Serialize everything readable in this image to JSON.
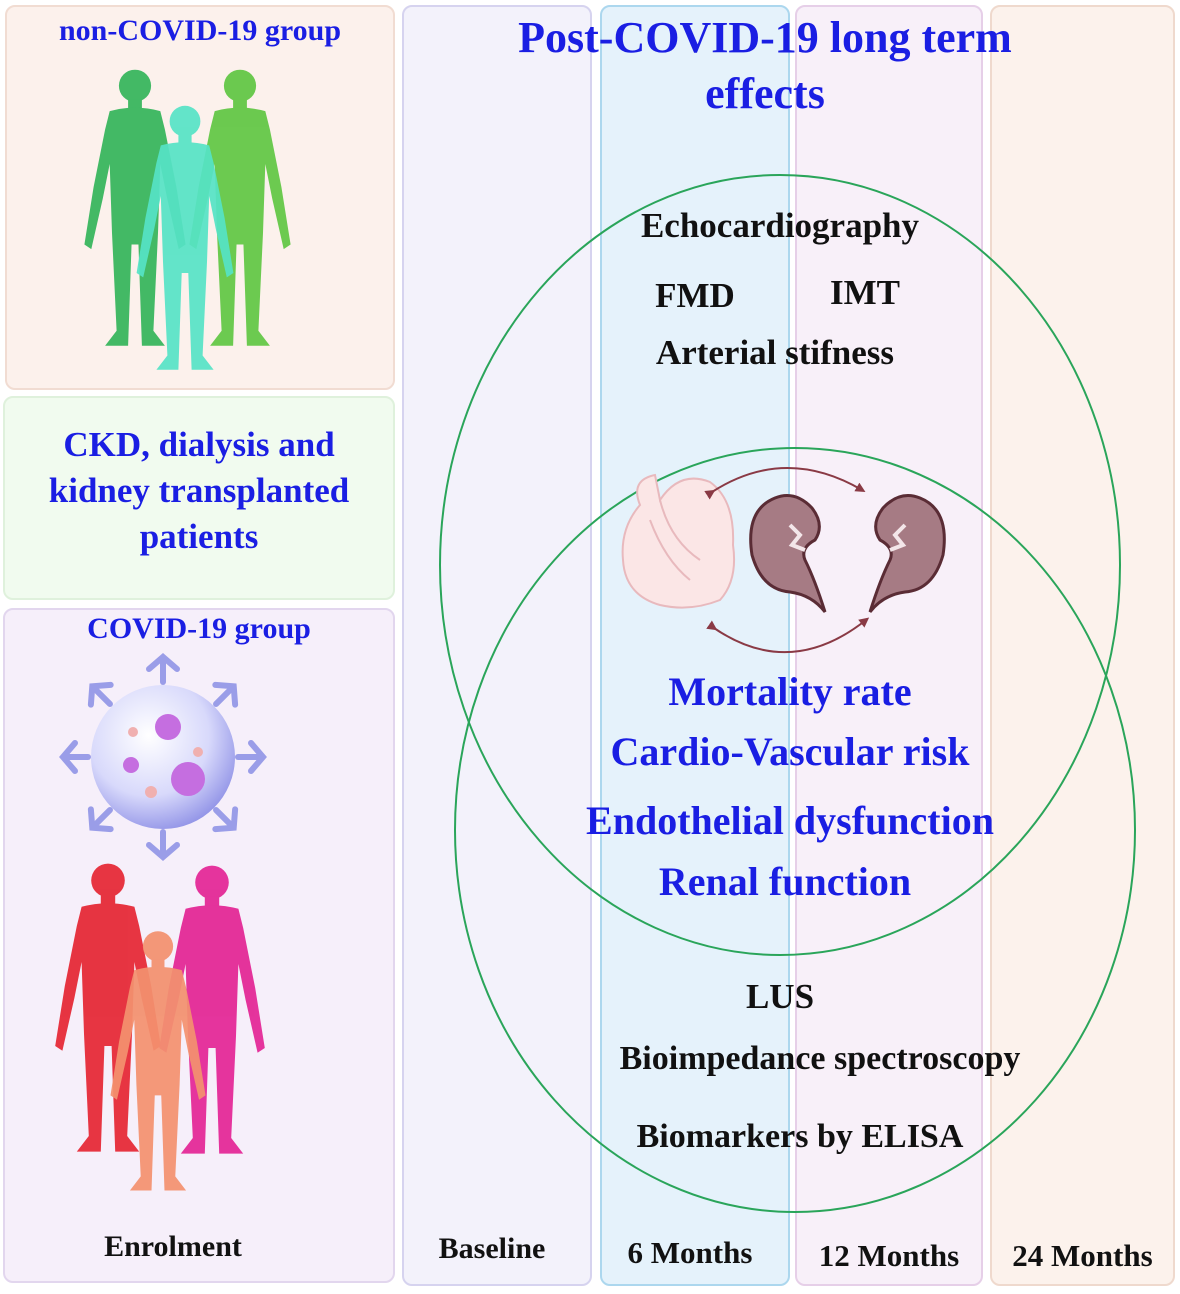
{
  "left_panels": {
    "noncovid_title": "non-COVID-19 group",
    "ckd_line1": "CKD, dialysis and",
    "ckd_line2": "kidney transplanted",
    "ckd_line3": "patients",
    "covid_title": "COVID-19 group",
    "enrolment": "Enrolment"
  },
  "timeline": {
    "baseline": "Baseline",
    "m6": "6 Months",
    "m12": "12 Months",
    "m24": "24 Months"
  },
  "main": {
    "title_line1": "Post-COVID-19 long term",
    "title_line2": "effects",
    "outer_upper": [
      "Echocardiography",
      "FMD",
      "IMT",
      "Arterial stifness"
    ],
    "outcomes": [
      "Mortality rate",
      "Cardio-Vascular risk",
      "Endothelial dysfunction",
      "Renal function"
    ],
    "outer_lower": [
      "LUS",
      "Bioimpedance spectroscopy",
      "Biomarkers by ELISA"
    ]
  },
  "colors": {
    "title_blue": "#1a1ee3",
    "ellipse_green": "#2aa55a",
    "arrow_maroon": "#8a3a45",
    "noncovid_figures": [
      "#1fa84a",
      "#4fe0c6",
      "#5ac43a"
    ],
    "covid_figures": [
      "#e51d2a",
      "#e0108a",
      "#f08a6a"
    ],
    "virus": "#8a8ee8"
  },
  "icons": [
    "human-figure-icon",
    "virus-icon",
    "heart-icon",
    "kidney-icon",
    "bidirectional-arrow-icon"
  ]
}
